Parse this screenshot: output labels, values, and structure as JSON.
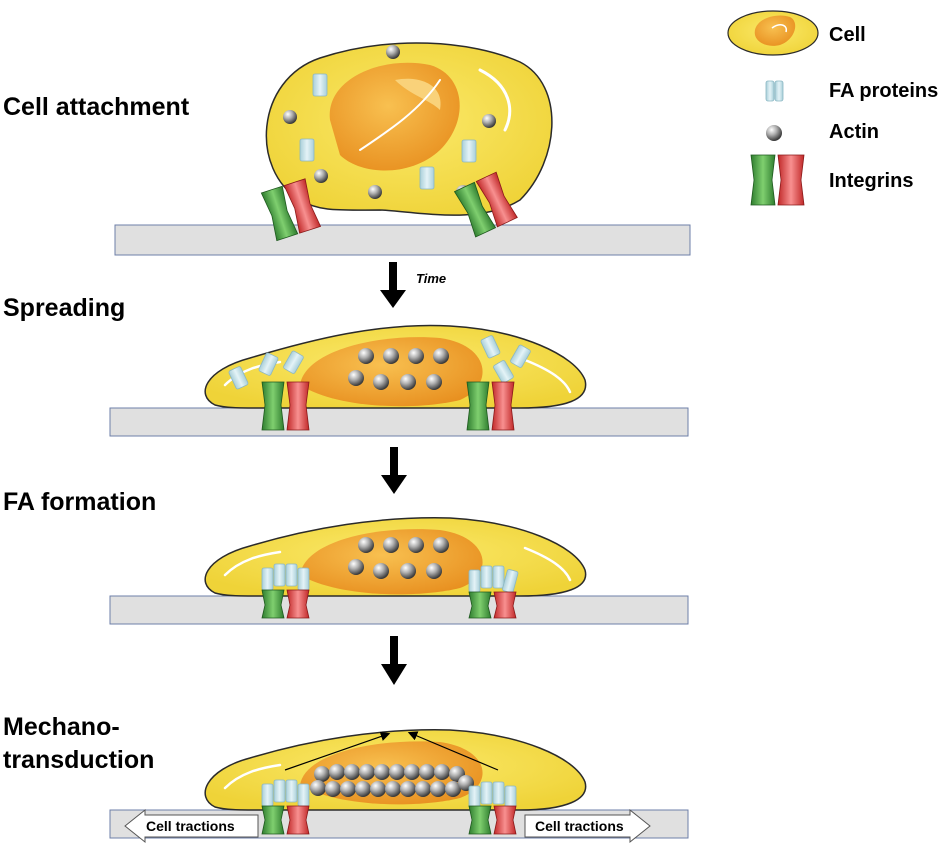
{
  "stages": [
    {
      "label": "Cell attachment"
    },
    {
      "label": "Spreading"
    },
    {
      "label": "FA formation"
    },
    {
      "label_line1": "Mechano-",
      "label_line2": "transduction"
    }
  ],
  "time_label": "Time",
  "traction_label": "Cell tractions",
  "legend": {
    "cell": "Cell",
    "fa_proteins": "FA proteins",
    "actin": "Actin",
    "integrins": "Integrins"
  },
  "colors": {
    "cell_fill": "#f5e04a",
    "cell_stroke": "#2b2b2b",
    "nucleus": "#f0a030",
    "substrate": "#e0e0e0",
    "substrate_stroke": "#6e7fa8",
    "fa_protein": "#bfe0e8",
    "integrin_green": "#3f9a3f",
    "integrin_red": "#e04040",
    "actin": "#8a8a8a",
    "arrow": "#000000"
  }
}
